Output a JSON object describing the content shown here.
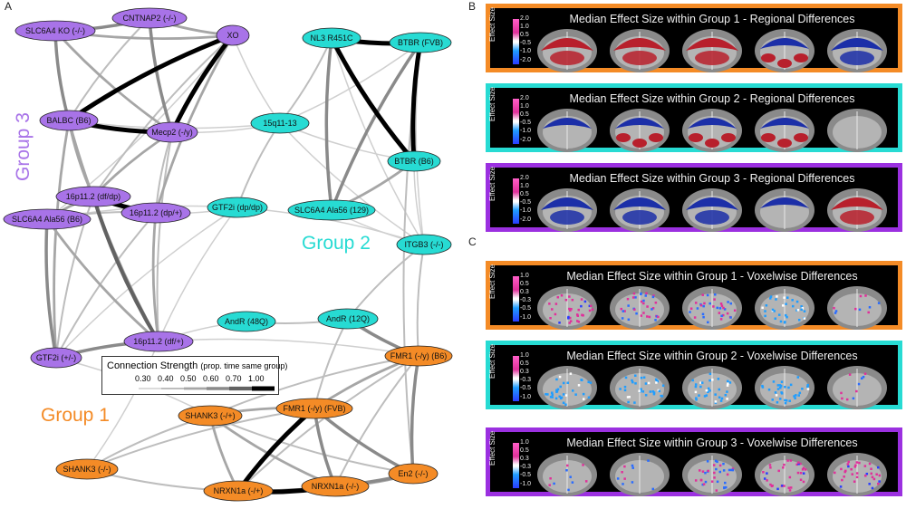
{
  "panels": {
    "a": "A",
    "b": "B",
    "c": "C"
  },
  "colors": {
    "group1": "#f48b26",
    "group2": "#27dbd3",
    "group3": "#a873e8",
    "pos": "#b8202c",
    "neg": "#1c2fa8",
    "brain": "#8e8e8e"
  },
  "groups": [
    {
      "id": "g3",
      "label": "Group 3"
    },
    {
      "id": "g2",
      "label": "Group 2"
    },
    {
      "id": "g1",
      "label": "Group 1"
    }
  ],
  "nodes": [
    {
      "id": "cntnap2",
      "label": "CNTNAP2 (-/-)",
      "group": 3
    },
    {
      "id": "slc6a4ko",
      "label": "SLC6A4 KO (-/-)",
      "group": 3
    },
    {
      "id": "xo",
      "label": "XO",
      "group": 3
    },
    {
      "id": "balbc",
      "label": "BALBC (B6)",
      "group": 3
    },
    {
      "id": "mecp2",
      "label": "Mecp2 (-/y)",
      "group": 3
    },
    {
      "id": "p16dfdp",
      "label": "16p11.2 (df/dp)",
      "group": 3
    },
    {
      "id": "p16dpp",
      "label": "16p11.2 (dp/+)",
      "group": 3
    },
    {
      "id": "slc6a4b6",
      "label": "SLC6A4 Ala56 (B6)",
      "group": 3
    },
    {
      "id": "p16dfp",
      "label": "16p11.2 (df/+)",
      "group": 3
    },
    {
      "id": "gtf2ipm",
      "label": "GTF2i (+/-)",
      "group": 3
    },
    {
      "id": "nl3",
      "label": "NL3 R451C",
      "group": 2
    },
    {
      "id": "btbrfvb",
      "label": "BTBR (FVB)",
      "group": 2
    },
    {
      "id": "q15",
      "label": "15q11-13",
      "group": 2
    },
    {
      "id": "btbrb6",
      "label": "BTBR (B6)",
      "group": 2
    },
    {
      "id": "slc6a4129",
      "label": "SLC6A4 Ala56 (129)",
      "group": 2
    },
    {
      "id": "gtf2idp",
      "label": "GTF2i (dp/dp)",
      "group": 2
    },
    {
      "id": "itgb3",
      "label": "ITGB3 (-/-)",
      "group": 2
    },
    {
      "id": "andr48",
      "label": "AndR (48Q)",
      "group": 2
    },
    {
      "id": "andr12",
      "label": "AndR (12Q)",
      "group": 2
    },
    {
      "id": "fmr1b6",
      "label": "FMR1 (-/y) (B6)",
      "group": 1
    },
    {
      "id": "fmr1fvb",
      "label": "FMR1 (-/y) (FVB)",
      "group": 1
    },
    {
      "id": "shank3pm",
      "label": "SHANK3 (-/+)",
      "group": 1
    },
    {
      "id": "shank3mm",
      "label": "SHANK3 (-/-)",
      "group": 1
    },
    {
      "id": "en2",
      "label": "En2 (-/-)",
      "group": 1
    },
    {
      "id": "nrxn1amm",
      "label": "NRXN1a (-/-)",
      "group": 1
    },
    {
      "id": "nrxn1apm",
      "label": "NRXN1a (-/+)",
      "group": 1
    }
  ],
  "edges": [
    [
      "slc6a4ko",
      "cntnap2",
      0.6
    ],
    [
      "cntnap2",
      "xo",
      0.5
    ],
    [
      "slc6a4ko",
      "xo",
      0.5
    ],
    [
      "slc6a4ko",
      "balbc",
      0.6
    ],
    [
      "slc6a4ko",
      "mecp2",
      0.5
    ],
    [
      "cntnap2",
      "balbc",
      0.4
    ],
    [
      "cntnap2",
      "mecp2",
      0.6
    ],
    [
      "xo",
      "balbc",
      1.0
    ],
    [
      "xo",
      "mecp2",
      1.0
    ],
    [
      "xo",
      "p16dpp",
      0.5
    ],
    [
      "xo",
      "p16dfdp",
      0.4
    ],
    [
      "balbc",
      "mecp2",
      1.0
    ],
    [
      "balbc",
      "p16dfdp",
      0.5
    ],
    [
      "balbc",
      "p16dfp",
      0.5
    ],
    [
      "mecp2",
      "p16dfdp",
      0.5
    ],
    [
      "mecp2",
      "p16dpp",
      0.4
    ],
    [
      "mecp2",
      "q15",
      0.3
    ],
    [
      "balbc",
      "q15",
      0.3
    ],
    [
      "p16dfdp",
      "p16dpp",
      1.0
    ],
    [
      "p16dfdp",
      "slc6a4b6",
      0.5
    ],
    [
      "p16dfdp",
      "gtf2ipm",
      0.4
    ],
    [
      "p16dpp",
      "slc6a4b6",
      0.4
    ],
    [
      "p16dpp",
      "gtf2idp",
      0.3
    ],
    [
      "p16dpp",
      "p16dfp",
      0.5
    ],
    [
      "p16dpp",
      "gtf2ipm",
      0.4
    ],
    [
      "slc6a4b6",
      "gtf2ipm",
      0.6
    ],
    [
      "slc6a4b6",
      "p16dfp",
      0.5
    ],
    [
      "p16dfp",
      "gtf2ipm",
      0.6
    ],
    [
      "balbc",
      "gtf2ipm",
      0.5
    ],
    [
      "mecp2",
      "p16dfp",
      0.4
    ],
    [
      "p16dfdp",
      "p16dfp",
      0.7
    ],
    [
      "gtf2idp",
      "p16dfp",
      0.3
    ],
    [
      "gtf2idp",
      "gtf2ipm",
      0.3
    ],
    [
      "q15",
      "gtf2idp",
      0.4
    ],
    [
      "xo",
      "q15",
      0.3
    ],
    [
      "nl3",
      "btbrfvb",
      1.0
    ],
    [
      "nl3",
      "btbrb6",
      1.0
    ],
    [
      "btbrfvb",
      "btbrb6",
      1.0
    ],
    [
      "nl3",
      "slc6a4129",
      0.6
    ],
    [
      "btbrfvb",
      "slc6a4129",
      0.6
    ],
    [
      "slc6a4129",
      "btbrb6",
      0.5
    ],
    [
      "q15",
      "nl3",
      0.4
    ],
    [
      "q15",
      "btbrfvb",
      0.3
    ],
    [
      "q15",
      "btbrb6",
      0.3
    ],
    [
      "nl3",
      "itgb3",
      0.3
    ],
    [
      "btbrb6",
      "itgb3",
      0.3
    ],
    [
      "slc6a4129",
      "itgb3",
      0.3
    ],
    [
      "btbrfvb",
      "itgb3",
      0.3
    ],
    [
      "q15",
      "itgb3",
      0.3
    ],
    [
      "itgb3",
      "andr12",
      0.4
    ],
    [
      "itgb3",
      "fmr1b6",
      0.4
    ],
    [
      "itgb3",
      "gtf2idp",
      0.3
    ],
    [
      "andr48",
      "andr12",
      0.4
    ],
    [
      "andr48",
      "p16dfp",
      0.3
    ],
    [
      "gtf2idp",
      "slc6a4b6",
      0.3
    ],
    [
      "slc6a4b6",
      "xo",
      0.3
    ],
    [
      "andr12",
      "fmr1b6",
      0.6
    ],
    [
      "andr12",
      "fmr1fvb",
      0.4
    ],
    [
      "btbrfvb",
      "en2",
      0.4
    ],
    [
      "fmr1b6",
      "fmr1fvb",
      0.5
    ],
    [
      "fmr1b6",
      "shank3pm",
      0.4
    ],
    [
      "fmr1b6",
      "en2",
      0.6
    ],
    [
      "fmr1b6",
      "nrxn1amm",
      0.4
    ],
    [
      "fmr1b6",
      "nrxn1apm",
      0.4
    ],
    [
      "fmr1fvb",
      "shank3pm",
      0.5
    ],
    [
      "fmr1fvb",
      "nrxn1apm",
      1.0
    ],
    [
      "fmr1fvb",
      "nrxn1amm",
      0.6
    ],
    [
      "fmr1fvb",
      "en2",
      0.6
    ],
    [
      "fmr1fvb",
      "shank3mm",
      0.4
    ],
    [
      "shank3pm",
      "shank3mm",
      0.4
    ],
    [
      "shank3pm",
      "nrxn1apm",
      0.5
    ],
    [
      "shank3pm",
      "nrxn1amm",
      0.5
    ],
    [
      "shank3pm",
      "en2",
      0.4
    ],
    [
      "shank3mm",
      "nrxn1apm",
      0.4
    ],
    [
      "nrxn1apm",
      "nrxn1amm",
      1.0
    ],
    [
      "nrxn1apm",
      "en2",
      0.6
    ],
    [
      "nrxn1amm",
      "en2",
      0.5
    ],
    [
      "fmr1b6",
      "p16dfp",
      0.3
    ],
    [
      "shank3mm",
      "p16dfp",
      0.3
    ],
    [
      "shank3pm",
      "gtf2ipm",
      0.3
    ]
  ],
  "legend": {
    "title": "Connection Strength",
    "subtitle": "(prop. time same group)",
    "ticks": [
      "0.30",
      "0.40",
      "0.50",
      "0.60",
      "0.70",
      "1.00"
    ]
  },
  "brain_rows": [
    {
      "panel": "b",
      "group": 1,
      "title": "Median Effect Size within Group 1 - Regional Differences",
      "cbar": [
        "2.0",
        "1.0",
        "0.5",
        "-0.5",
        "-1.0",
        "-2.0"
      ],
      "cbar_label": "Effect Size",
      "slices": [
        "pos",
        "pos",
        "pos",
        "mixed",
        "neg"
      ]
    },
    {
      "panel": "b",
      "group": 2,
      "title": "Median Effect Size within Group 2 - Regional Differences",
      "cbar": [
        "2.0",
        "1.0",
        "0.5",
        "-0.5",
        "-1.0",
        "-2.0"
      ],
      "cbar_label": "Effect Size",
      "slices": [
        "neg-sparse",
        "mixed",
        "mixed",
        "mixed",
        "none"
      ]
    },
    {
      "panel": "b",
      "group": 3,
      "title": "Median Effect Size within Group 3 - Regional Differences",
      "cbar": [
        "2.0",
        "1.0",
        "0.5",
        "-0.5",
        "-1.0",
        "-2.0"
      ],
      "cbar_label": "Effect Size",
      "slices": [
        "neg",
        "neg",
        "neg",
        "neg-sparse",
        "pos"
      ]
    },
    {
      "panel": "c",
      "group": 1,
      "title": "Median Effect Size within Group 1 - Voxelwise Differences",
      "cbar": [
        "1.0",
        "0.5",
        "0.3",
        "-0.3",
        "-0.5",
        "-1.0"
      ],
      "cbar_label": "Effect Size",
      "slices": [
        "dots-pos",
        "dots-mixed",
        "dots-mixed",
        "dots-neg",
        "dots-few"
      ]
    },
    {
      "panel": "c",
      "group": 2,
      "title": "Median Effect Size within Group 2 - Voxelwise Differences",
      "cbar": [
        "1.0",
        "0.5",
        "0.3",
        "-0.3",
        "-0.5",
        "-1.0"
      ],
      "cbar_label": "Effect Size",
      "slices": [
        "dots-neg",
        "dots-neg",
        "dots-neg",
        "dots-neg",
        "dots-few"
      ]
    },
    {
      "panel": "c",
      "group": 3,
      "title": "Median Effect Size within Group 3 - Voxelwise Differences",
      "cbar": [
        "1.0",
        "0.5",
        "0.3",
        "-0.3",
        "-0.5",
        "-1.0"
      ],
      "cbar_label": "Effect Size",
      "slices": [
        "dots-few",
        "dots-few",
        "dots-mixed",
        "dots-pos",
        "dots-pos"
      ]
    }
  ]
}
